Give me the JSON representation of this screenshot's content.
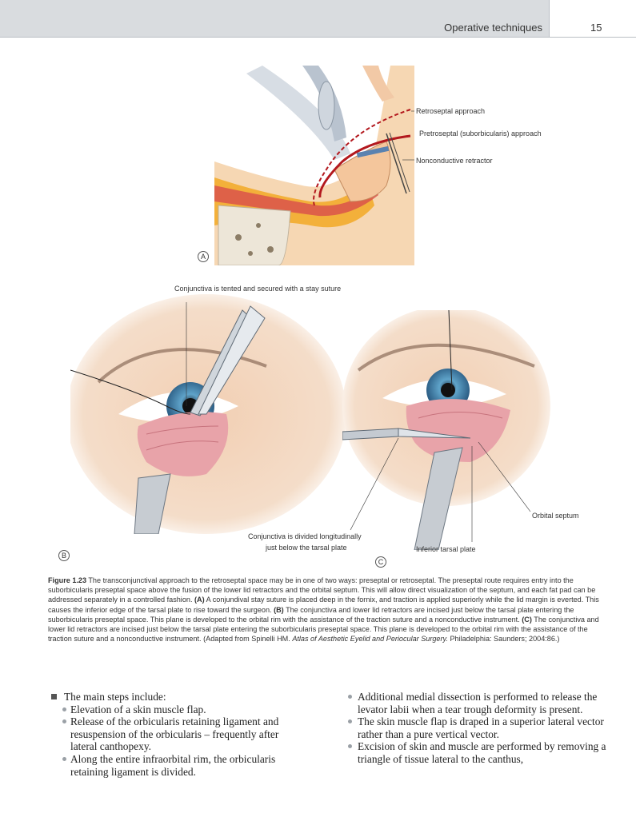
{
  "header": {
    "section": "Operative techniques",
    "page_number": "15"
  },
  "figure_a": {
    "panel_label": "A",
    "labels": {
      "retroseptal": "Retroseptal approach",
      "preseptal": "Pretroseptal (suborbicularis) approach",
      "retractor": "Nonconductive retractor"
    }
  },
  "figure_b": {
    "panel_label": "B",
    "labels": {
      "stay_suture": "Conjunctiva is tented and secured with a stay suture",
      "divided_line1": "Conjunctiva is divided longitudinally",
      "divided_line2": "just below the tarsal plate"
    }
  },
  "figure_c": {
    "panel_label": "C",
    "labels": {
      "orbital_septum": "Orbital septum",
      "inferior_tarsal": "Inferior tarsal plate"
    }
  },
  "caption": {
    "fig_no": "Figure 1.23",
    "part1": " The transconjunctival approach to the retroseptal space may be in one of two ways: preseptal or retroseptal. The preseptal route requires entry into the suborbicularis preseptal space above the fusion of the lower lid retractors and the orbital septum. This will allow direct visualization of the septum, and each fat pad can be addressed separately in a controlled fashion. ",
    "a_tag": "(A)",
    "part_a": " A conjundival stay suture is placed deep in the fornix, and traction is applied superiorly while the lid margin is everted. This causes the inferior edge of the tarsal plate to rise toward the surgeon. ",
    "b_tag": "(B)",
    "part_b": " The conjunctiva and lower lid retractors are incised just below the tarsal plate entering the suborbicularis preseptal space. This plane is developed to the orbital rim with the assistance of the traction suture and a nonconductive instrument. ",
    "c_tag": "(C)",
    "part_c": " The conjunctiva and lower lid retractors are incised just below the tarsal plate entering the suborbicularis preseptal space. This plane is developed to the orbital rim with the assistance of the traction suture and a nonconductive instrument. (Adapted from Spinelli HM. ",
    "book": "Atlas of Aesthetic Eyelid and Periocular Surgery.",
    "tail": " Philadelphia: Saunders; 2004:86.)"
  },
  "body": {
    "left_main": "The main steps include:",
    "left_items": [
      "Elevation of a skin muscle flap.",
      "Release of the orbicularis retaining ligament and resuspension of the orbicularis – frequently after lateral canthopexy.",
      "Along the entire infraorbital rim, the orbicularis retaining ligament is divided."
    ],
    "right_items": [
      "Additional medial dissection is performed to release the levator labii when a tear trough deformity is present.",
      "The skin muscle flap is draped in a superior lateral vector rather than a pure vertical vector.",
      "Excision of skin and muscle are performed by removing a triangle of tissue lateral to the canthus,"
    ]
  }
}
